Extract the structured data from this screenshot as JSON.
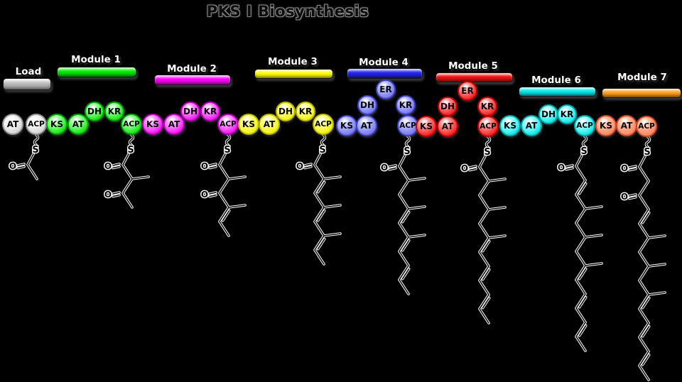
{
  "title": "PKS I Biosynthesis",
  "background_color": "#000000",
  "modules": [
    {
      "id": "load",
      "label": "Load",
      "color": "#bdbdbd",
      "domains": [
        "AT",
        "ACP"
      ],
      "structure": {
        "attachment": "S",
        "oxygen": "O",
        "chain": [
          "co",
          "s"
        ]
      }
    },
    {
      "id": "module-1",
      "label": "Module 1",
      "color": "#00ee00",
      "domains": [
        "KS",
        "AT",
        "DH",
        "KR",
        "ACP"
      ],
      "structure": {
        "attachment": "S",
        "oxygen": "O",
        "chain": [
          "co",
          "sm",
          "so",
          "s"
        ]
      }
    },
    {
      "id": "module-2",
      "label": "Module 2",
      "color": "#ff00ff",
      "domains": [
        "KS",
        "AT",
        "DH",
        "KR",
        "ACP"
      ],
      "structure": {
        "attachment": "S",
        "oxygen": "O",
        "chain": [
          "co",
          "sm",
          "so",
          "sm",
          "d",
          "s"
        ]
      }
    },
    {
      "id": "module-3",
      "label": "Module 3",
      "color": "#ffff00",
      "domains": [
        "KS",
        "AT",
        "DH",
        "KR",
        "ACP"
      ],
      "structure": {
        "attachment": "S",
        "oxygen": "O",
        "chain": [
          "co",
          "sm",
          "d",
          "sm",
          "d",
          "sm",
          "d",
          "s"
        ]
      }
    },
    {
      "id": "module-4",
      "label": "Module 4",
      "color": "#2424ee",
      "domains": [
        "KS",
        "AT",
        "DH",
        "ER",
        "KR",
        "ACP"
      ],
      "structure": {
        "attachment": "S",
        "oxygen": "O",
        "chain": [
          "co",
          "sm",
          "s",
          "sm",
          "d",
          "sm",
          "d",
          "s",
          "d",
          "s"
        ]
      }
    },
    {
      "id": "module-5",
      "label": "Module 5",
      "color": "#ee1515",
      "domains": [
        "KS",
        "AT",
        "DH",
        "ER",
        "KR",
        "ACP"
      ],
      "structure": {
        "attachment": "S",
        "oxygen": "O",
        "chain": [
          "co",
          "sm",
          "s",
          "sm",
          "s",
          "sm",
          "d",
          "s",
          "d",
          "s",
          "d",
          "s"
        ]
      }
    },
    {
      "id": "module-6",
      "label": "Module 6",
      "color": "#00eeee",
      "domains": [
        "KS",
        "AT",
        "DH",
        "KR",
        "ACP"
      ],
      "structure": {
        "attachment": "S",
        "oxygen": "O",
        "chain": [
          "co",
          "s",
          "d",
          "sm",
          "s",
          "sm",
          "s",
          "sm",
          "d",
          "s",
          "d",
          "s",
          "d",
          "s"
        ]
      }
    },
    {
      "id": "module-7",
      "label": "Module 7",
      "color": "#ffa020",
      "domains": [
        "KS",
        "AT",
        "ACP"
      ],
      "structure": {
        "attachment": "S",
        "oxygen": "O",
        "chain": [
          "co",
          "s",
          "so",
          "s",
          "d",
          "sm",
          "s",
          "sm",
          "s",
          "sm",
          "d",
          "s",
          "d",
          "s",
          "d",
          "s"
        ]
      }
    }
  ]
}
